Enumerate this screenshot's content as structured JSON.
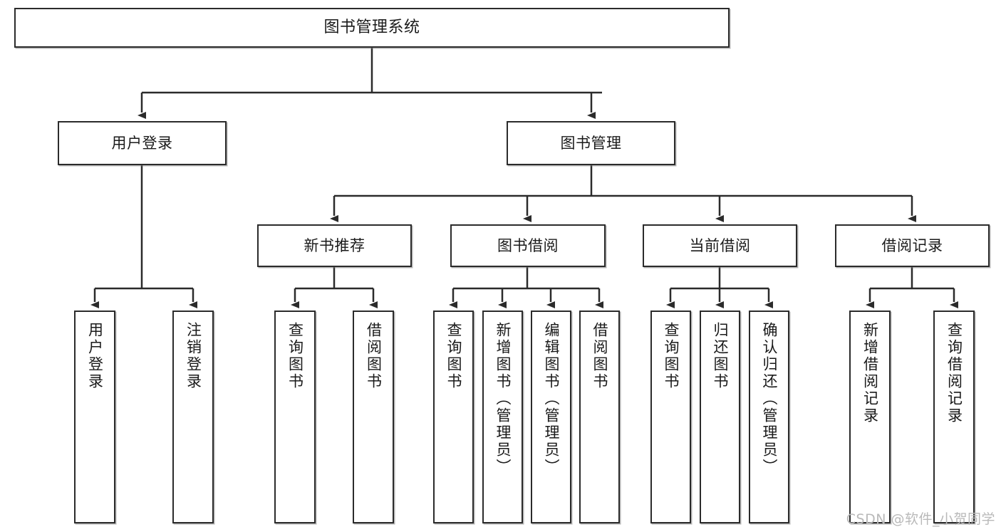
{
  "diagram": {
    "type": "tree-hierarchy",
    "title": "图书管理系统",
    "root": {
      "label": "图书管理系统"
    },
    "level2": [
      {
        "label": "用户登录"
      },
      {
        "label": "图书管理"
      }
    ],
    "level3": [
      {
        "label": "新书推荐"
      },
      {
        "label": "图书借阅"
      },
      {
        "label": "当前借阅"
      },
      {
        "label": "借阅记录"
      }
    ],
    "leaves": [
      {
        "label": "用户登录",
        "parent": "用户登录"
      },
      {
        "label": "注销登录",
        "parent": "用户登录"
      },
      {
        "label": "查询图书",
        "parent": "新书推荐"
      },
      {
        "label": "借阅图书",
        "parent": "新书推荐"
      },
      {
        "label": "查询图书",
        "parent": "图书借阅"
      },
      {
        "label": "新增图书（管理员）",
        "parent": "图书借阅"
      },
      {
        "label": "编辑图书（管理员）",
        "parent": "图书借阅"
      },
      {
        "label": "借阅图书",
        "parent": "图书借阅"
      },
      {
        "label": "查询图书",
        "parent": "当前借阅"
      },
      {
        "label": "归还图书",
        "parent": "当前借阅"
      },
      {
        "label": "确认归还（管理员）",
        "parent": "当前借阅"
      },
      {
        "label": "新增借阅记录",
        "parent": "借阅记录"
      },
      {
        "label": "查询借阅记录",
        "parent": "借阅记录"
      }
    ]
  },
  "watermark": {
    "text": "CSDN @软件_小贺同学"
  },
  "colors": {
    "box_border": "#2b2b2b",
    "box_fill": "#ffffff",
    "line": "#2b2b2b",
    "text": "#1a1a1a",
    "watermark": "#b9b9b9"
  }
}
